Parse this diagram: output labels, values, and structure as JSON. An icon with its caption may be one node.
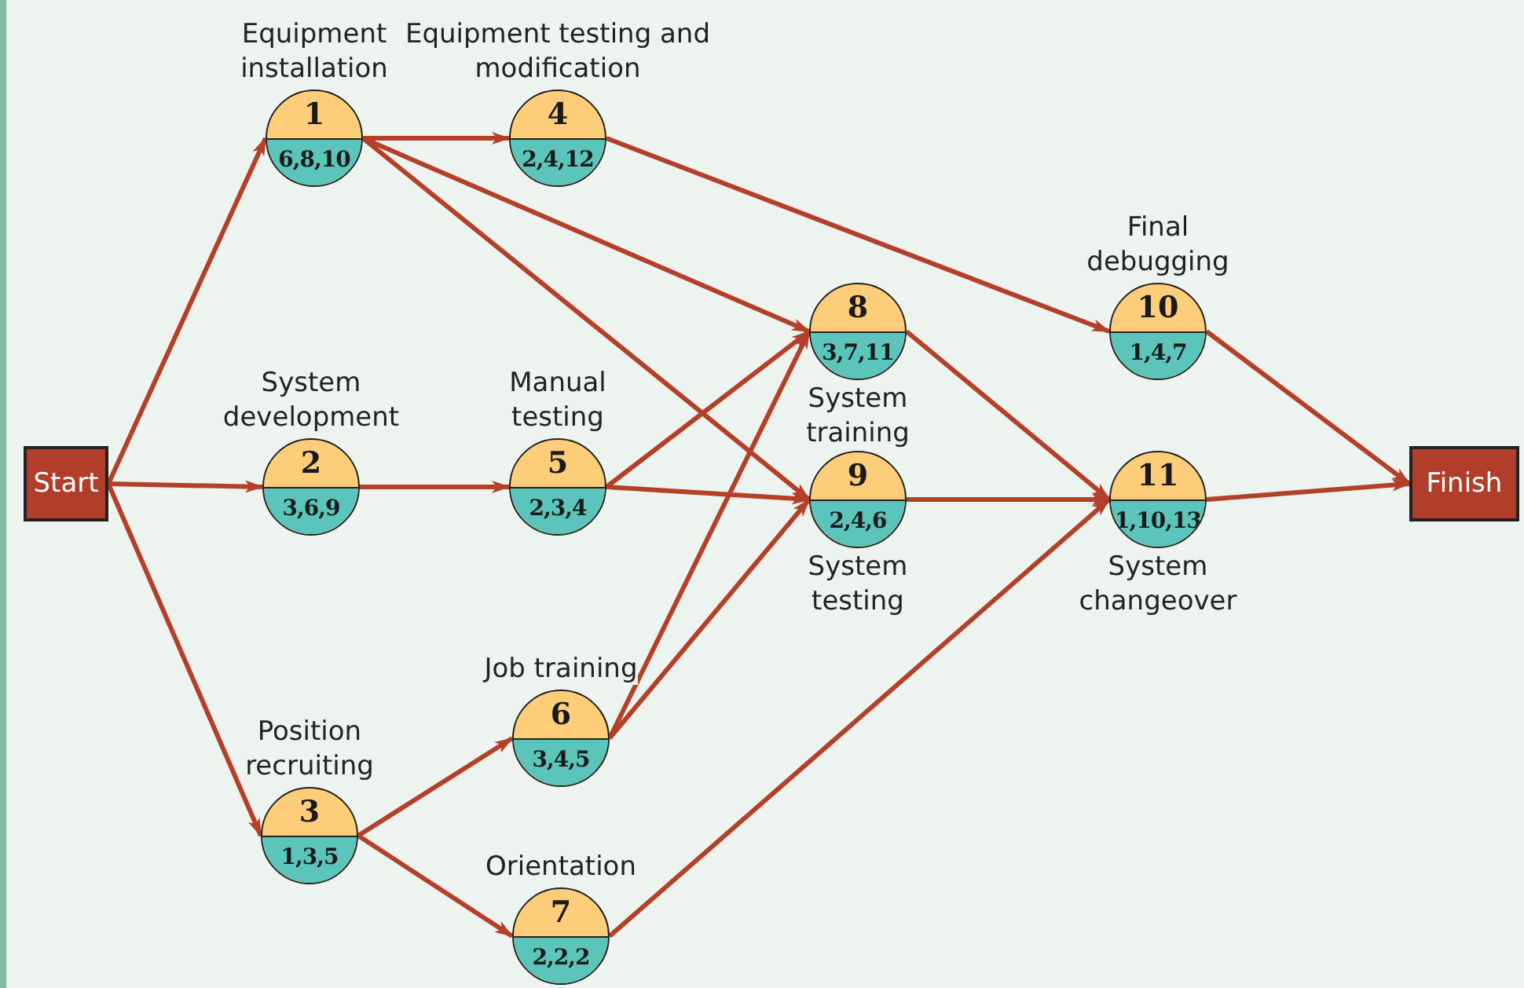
{
  "diagram": {
    "nodes": [
      {
        "text": [
          "Start"
        ]
      },
      {
        "text": [
          "1",
          "6,8,10"
        ],
        "beside": [
          "Equipment installation"
        ]
      },
      {
        "text": [
          "2",
          "3,6,9"
        ],
        "beside": [
          "System development"
        ]
      },
      {
        "text": [
          "3",
          "1,3,5"
        ],
        "beside": [
          "Position recruiting"
        ]
      },
      {
        "text": [
          "4",
          "2,4,12"
        ],
        "beside": [
          "Equipment testing and modification"
        ]
      },
      {
        "text": [
          "5",
          "2,3,4"
        ],
        "beside": [
          "Manual testing"
        ]
      },
      {
        "text": [
          "6",
          "3,4,5"
        ],
        "beside": [
          "Job training"
        ]
      },
      {
        "text": [
          "7",
          "2,2,2"
        ],
        "beside": [
          "Orientation"
        ]
      },
      {
        "text": [
          "8",
          "3,7,11"
        ],
        "beside": [
          "System training"
        ]
      },
      {
        "text": [
          "9",
          "2,4,6"
        ],
        "beside": [
          "System testing"
        ]
      },
      {
        "text": [
          "10",
          "1,4,7"
        ],
        "beside": [
          "Final debugging"
        ]
      },
      {
        "text": [
          "11",
          "1,10,13"
        ],
        "beside": [
          "System changeover"
        ]
      },
      {
        "text": [
          "Finish"
        ]
      }
    ],
    "edges": [
      {
        "from": 0,
        "to": 1,
        "arrow": "to"
      },
      {
        "from": 0,
        "to": 2,
        "arrow": "to"
      },
      {
        "from": 0,
        "to": 3,
        "arrow": "to"
      },
      {
        "from": 1,
        "to": 4,
        "arrow": "to"
      },
      {
        "from": 1,
        "to": 8,
        "arrow": "to"
      },
      {
        "from": 1,
        "to": 9,
        "arrow": "to"
      },
      {
        "from": 2,
        "to": 5,
        "arrow": "to"
      },
      {
        "from": 5,
        "to": 8,
        "arrow": "to"
      },
      {
        "from": 5,
        "to": 9,
        "arrow": "to"
      },
      {
        "from": 3,
        "to": 6,
        "arrow": "to"
      },
      {
        "from": 3,
        "to": 7,
        "arrow": "to"
      },
      {
        "from": 6,
        "to": 8,
        "arrow": "to"
      },
      {
        "from": 6,
        "to": 9,
        "arrow": "to"
      },
      {
        "from": 4,
        "to": 10,
        "arrow": "to"
      },
      {
        "from": 8,
        "to": 11,
        "arrow": "to"
      },
      {
        "from": 9,
        "to": 11,
        "arrow": "to"
      },
      {
        "from": 7,
        "to": 11,
        "arrow": "to"
      },
      {
        "from": 10,
        "to": 12,
        "arrow": "to"
      },
      {
        "from": 11,
        "to": 12,
        "arrow": "to"
      }
    ]
  }
}
